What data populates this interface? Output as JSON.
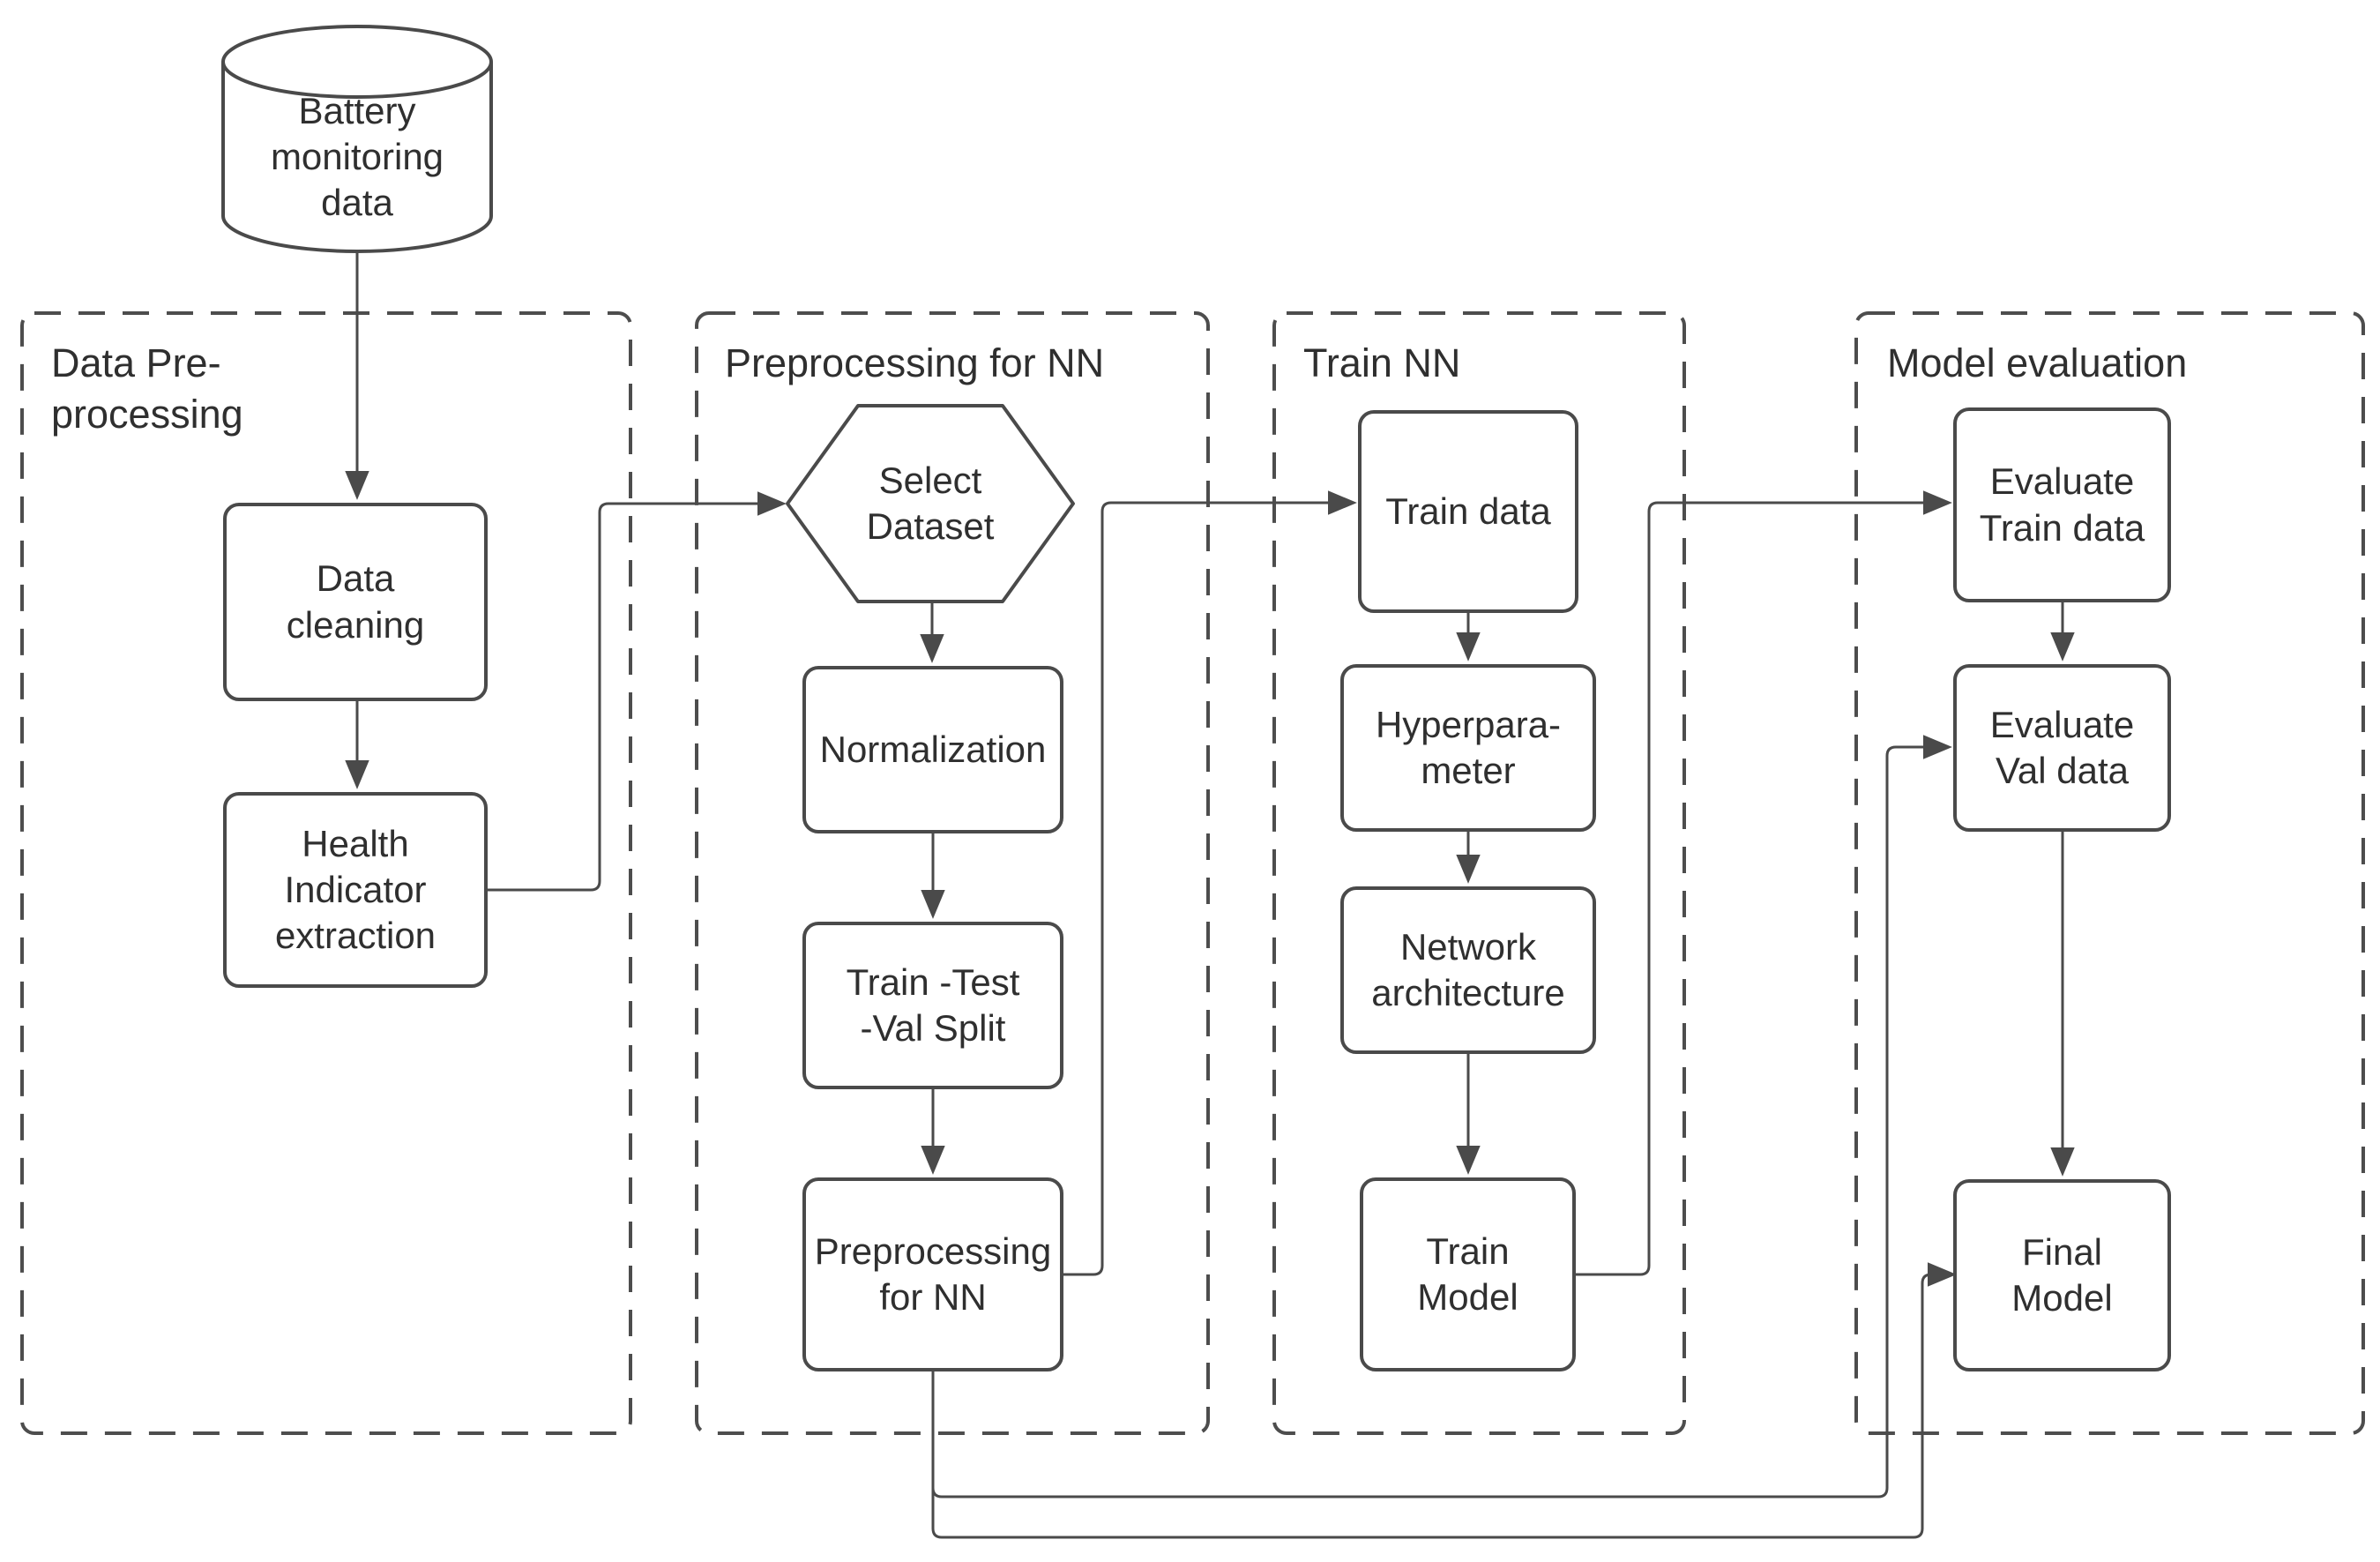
{
  "diagram": {
    "colors": {
      "line": "#4a4a4a",
      "text": "#2f2f2f",
      "background": "#ffffff"
    },
    "source_node": {
      "id": "battery-monitoring-data",
      "shape": "cylinder",
      "label": "Battery\nmonitoring\ndata"
    },
    "groups": [
      {
        "label": "Data Pre-\nprocessing",
        "nodes": [
          {
            "id": "data-cleaning",
            "shape": "rounded-rect",
            "label": "Data\ncleaning"
          },
          {
            "id": "health-indicator-extraction",
            "shape": "rounded-rect",
            "label": "Health\nIndicator\nextraction"
          }
        ]
      },
      {
        "label": "Preprocessing for NN",
        "nodes": [
          {
            "id": "select-dataset",
            "shape": "hexagon",
            "label": "Select\nDataset"
          },
          {
            "id": "normalization",
            "shape": "rounded-rect",
            "label": "Normalization"
          },
          {
            "id": "train-test-val-split",
            "shape": "rounded-rect",
            "label": "Train -Test\n-Val Split"
          },
          {
            "id": "preprocessing-for-nn",
            "shape": "rounded-rect",
            "label": "Preprocessing\nfor NN"
          }
        ]
      },
      {
        "label": "Train NN",
        "nodes": [
          {
            "id": "train-data",
            "shape": "rounded-rect",
            "label": "Train data"
          },
          {
            "id": "hyperparameter",
            "shape": "rounded-rect",
            "label": "Hyperpara-\nmeter"
          },
          {
            "id": "network-architecture",
            "shape": "rounded-rect",
            "label": "Network\narchitecture"
          },
          {
            "id": "train-model",
            "shape": "rounded-rect",
            "label": "Train\nModel"
          }
        ]
      },
      {
        "label": "Model evaluation",
        "nodes": [
          {
            "id": "evaluate-train-data",
            "shape": "rounded-rect",
            "label": "Evaluate\nTrain data"
          },
          {
            "id": "evaluate-val-data",
            "shape": "rounded-rect",
            "label": "Evaluate\nVal data"
          },
          {
            "id": "final-model",
            "shape": "rounded-rect",
            "label": "Final\nModel"
          }
        ]
      }
    ],
    "edges": [
      {
        "from": "battery-monitoring-data",
        "to": "data-cleaning"
      },
      {
        "from": "data-cleaning",
        "to": "health-indicator-extraction"
      },
      {
        "from": "health-indicator-extraction",
        "to": "select-dataset"
      },
      {
        "from": "select-dataset",
        "to": "normalization"
      },
      {
        "from": "normalization",
        "to": "train-test-val-split"
      },
      {
        "from": "train-test-val-split",
        "to": "preprocessing-for-nn"
      },
      {
        "from": "preprocessing-for-nn",
        "to": "train-data"
      },
      {
        "from": "train-data",
        "to": "hyperparameter"
      },
      {
        "from": "hyperparameter",
        "to": "network-architecture"
      },
      {
        "from": "network-architecture",
        "to": "train-model"
      },
      {
        "from": "train-model",
        "to": "evaluate-train-data"
      },
      {
        "from": "evaluate-train-data",
        "to": "evaluate-val-data"
      },
      {
        "from": "evaluate-val-data",
        "to": "final-model"
      },
      {
        "from": "preprocessing-for-nn",
        "to": "evaluate-val-data"
      },
      {
        "from": "preprocessing-for-nn",
        "to": "final-model"
      }
    ]
  }
}
